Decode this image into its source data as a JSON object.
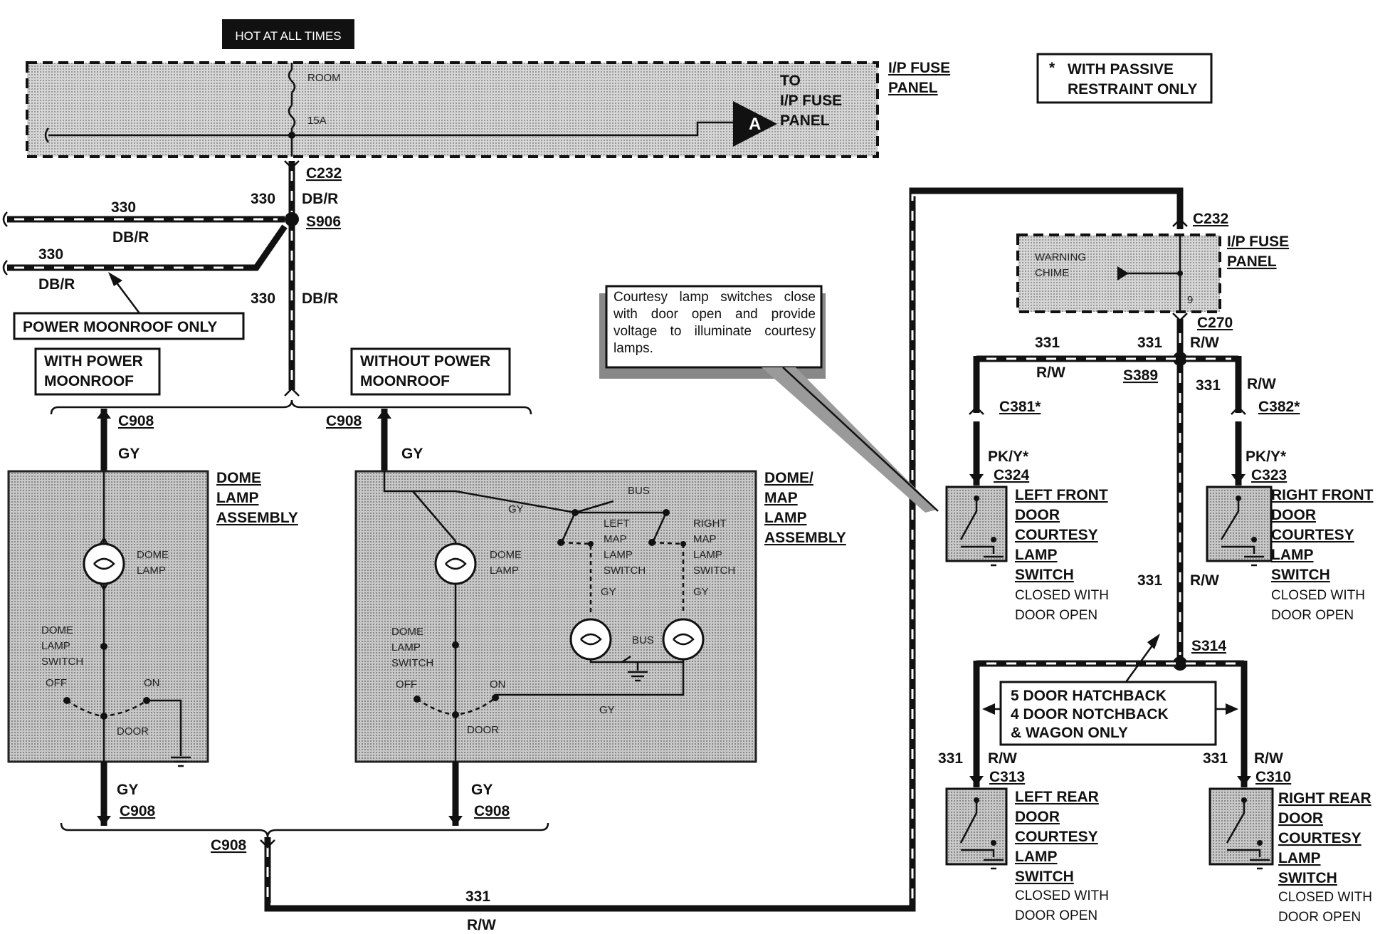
{
  "header": {
    "hot_at_all_times": "HOT AT ALL TIMES"
  },
  "top_fuse_panel": {
    "room": "ROOM",
    "fuse": "15A",
    "to_label": [
      "TO",
      "I/P FUSE",
      "PANEL"
    ],
    "connector_letter": "A",
    "side_label": [
      "I/P FUSE",
      "PANEL"
    ]
  },
  "passive_note": {
    "star": "*",
    "lines": [
      "WITH PASSIVE",
      "RESTRAINT ONLY"
    ]
  },
  "left_feed": {
    "c232": "C232",
    "s906": "S906",
    "w330_a": "330",
    "dbr_a": "DB/R",
    "w330_b": "330",
    "dbr_b": "DB/R",
    "w330_c": "330",
    "dbr_c": "DB/R",
    "w330_d": "330",
    "dbr_d": "DB/R",
    "power_moonroof_only": "POWER MOONROOF ONLY",
    "with_power_moonroof": [
      "WITH POWER",
      "MOONROOF"
    ],
    "without_power_moonroof": [
      "WITHOUT POWER",
      "MOONROOF"
    ]
  },
  "dome_lamp_assembly": {
    "c908_top": "C908",
    "gy_top": "GY",
    "title": [
      "DOME",
      "LAMP",
      "ASSEMBLY"
    ],
    "dome_lamp": [
      "DOME",
      "LAMP"
    ],
    "switch": [
      "DOME",
      "LAMP",
      "SWITCH"
    ],
    "off": "OFF",
    "on": "ON",
    "door": "DOOR",
    "gy_bottom": "GY",
    "c908_bottom": "C908"
  },
  "dome_map_assembly": {
    "c908_top": "C908",
    "gy_top": "GY",
    "title": [
      "DOME/",
      "MAP",
      "LAMP",
      "ASSEMBLY"
    ],
    "gy_inner": "GY",
    "bus_top": "BUS",
    "left_map": [
      "LEFT",
      "MAP",
      "LAMP",
      "SWITCH"
    ],
    "right_map": [
      "RIGHT",
      "MAP",
      "LAMP",
      "SWITCH"
    ],
    "gy_left": "GY",
    "gy_right": "GY",
    "dome_lamp": [
      "DOME",
      "LAMP"
    ],
    "switch": [
      "DOME",
      "LAMP",
      "SWITCH"
    ],
    "off": "OFF",
    "on": "ON",
    "door": "DOOR",
    "bus_bottom": "BUS",
    "gy_loop": "GY",
    "gy_bottom": "GY",
    "c908_bottom": "C908"
  },
  "bottom_feed": {
    "c908": "C908",
    "w331": "331",
    "rw": "R/W"
  },
  "courtesy_note": "Courtesy lamp switches close with door open and provide voltage to illuminate courtesy lamps.",
  "right_side": {
    "c232": "C232",
    "fuse_panel": [
      "I/P FUSE",
      "PANEL"
    ],
    "warning_chime": [
      "WARNING",
      "CHIME"
    ],
    "pin": "9",
    "c270": "C270",
    "w331_left": "331",
    "rw_left": "R/W",
    "w331_mid": "331",
    "rw_mid": "R/W",
    "s389": "S389",
    "w331_right": "331",
    "rw_right": "R/W",
    "c381": "C381*",
    "c382": "C382*",
    "pky_left": "PK/Y*",
    "c324": "C324",
    "pky_right": "PK/Y*",
    "c323": "C323",
    "left_front": [
      "LEFT FRONT",
      "DOOR",
      "COURTESY",
      "LAMP",
      "SWITCH"
    ],
    "right_front": [
      "RIGHT FRONT",
      "DOOR",
      "COURTESY",
      "LAMP",
      "SWITCH"
    ],
    "closed_left": [
      "CLOSED WITH",
      "DOOR OPEN"
    ],
    "closed_right": [
      "CLOSED WITH",
      "DOOR OPEN"
    ],
    "w331_center": "331",
    "rw_center": "R/W",
    "s314": "S314",
    "hatchback_note": [
      "5 DOOR HATCHBACK",
      "4 DOOR NOTCHBACK",
      "& WAGON ONLY"
    ],
    "w331_lr": "331",
    "rw_lr": "R/W",
    "c313": "C313",
    "w331_rr": "331",
    "rw_rr": "R/W",
    "c310": "C310",
    "left_rear": [
      "LEFT REAR",
      "DOOR",
      "COURTESY",
      "LAMP",
      "SWITCH"
    ],
    "right_rear": [
      "RIGHT REAR",
      "DOOR",
      "COURTESY",
      "LAMP",
      "SWITCH"
    ],
    "closed_lr": [
      "CLOSED WITH",
      "DOOR OPEN"
    ],
    "closed_rr": [
      "CLOSED WITH",
      "DOOR OPEN"
    ]
  }
}
